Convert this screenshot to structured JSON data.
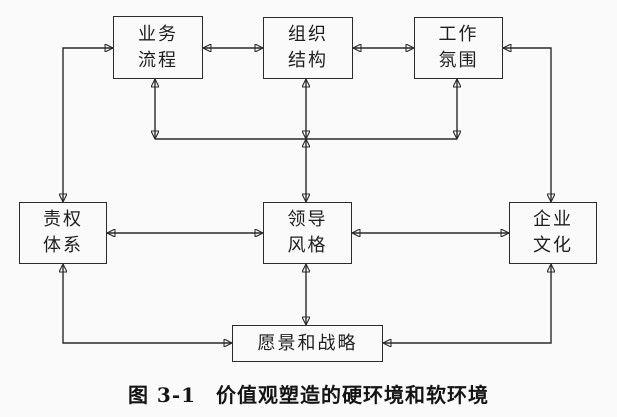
{
  "diagram": {
    "background_color": "#fafafa",
    "line_color": "#2a2a2a",
    "border_color": "#2b2b2b",
    "text_color": "#1e1e1e",
    "nodes": {
      "business_process": {
        "line1": "业务",
        "line2": "流程"
      },
      "org_structure": {
        "line1": "组织",
        "line2": "结构"
      },
      "work_atmosphere": {
        "line1": "工作",
        "line2": "氛围"
      },
      "responsibility": {
        "line1": "责权",
        "line2": "体系"
      },
      "leadership_style": {
        "line1": "领导",
        "line2": "风格"
      },
      "corporate_culture": {
        "line1": "企业",
        "line2": "文化"
      },
      "vision_strategy": {
        "label": "愿景和战略"
      }
    },
    "connections": [
      "业务流程 ↔ 组织结构",
      "组织结构 ↔ 工作氛围",
      "业务流程 ↔ 责权体系",
      "工作氛围 ↔ 企业文化",
      "业务流程 ↕ 中线",
      "组织结构 ↕ 中线",
      "工作氛围 ↕ 中线",
      "中线 ↕ 领导风格",
      "责权体系 ↔ 领导风格",
      "领导风格 ↔ 企业文化",
      "领导风格 ↕ 愿景和战略",
      "责权体系 ↕ 愿景和战略",
      "企业文化 ↕ 愿景和战略"
    ],
    "caption": {
      "number": "图 3-1",
      "title": "价值观塑造的硬环境和软环境"
    }
  }
}
